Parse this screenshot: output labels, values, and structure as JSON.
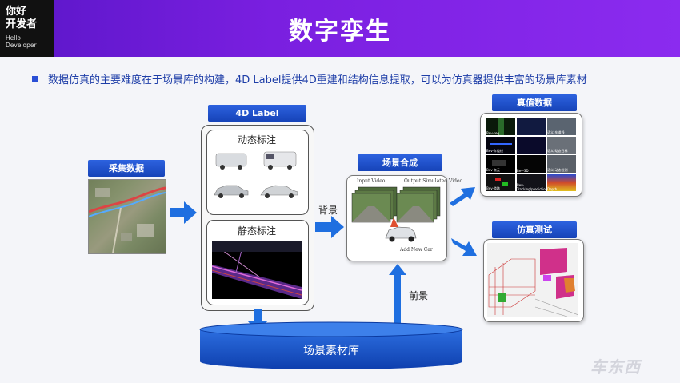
{
  "header": {
    "logo_cn": "你好\n开发者",
    "logo_en": "Hello\nDeveloper",
    "title": "数字孪生"
  },
  "subtitle": "数据仿真的主要难度在于场景库的构建，4D Label提供4D重建和结构信息提取，可以为仿真器提供丰富的场景库素材",
  "collect": {
    "label": "采集数据"
  },
  "label4d": {
    "title": "4D Label",
    "dynamic": "动态标注",
    "static": "静态标注"
  },
  "edge_background": "背景",
  "edge_foreground": "前景",
  "composite": {
    "label": "场景合成",
    "input_video": "Input Video",
    "output_video": "Output Simulated Video",
    "add_car": "Add New Car"
  },
  "truth": {
    "label": "真值数据",
    "captions": [
      "Bev-seg",
      "",
      "语义-车道线",
      "Bev-车道线",
      "",
      "语义-动态目标",
      "Bev-点云",
      "Bev-3D",
      "语义-动态检测",
      "Bev-道路",
      "Bev-Tracking/prediction",
      "Depth"
    ]
  },
  "simtest": {
    "label": "仿真测试"
  },
  "library": {
    "label": "场景素材库"
  },
  "watermark": "车东西",
  "colors": {
    "accent": "#2a4fd6",
    "header": "#7a1fe0",
    "db": "#1a56c8"
  }
}
